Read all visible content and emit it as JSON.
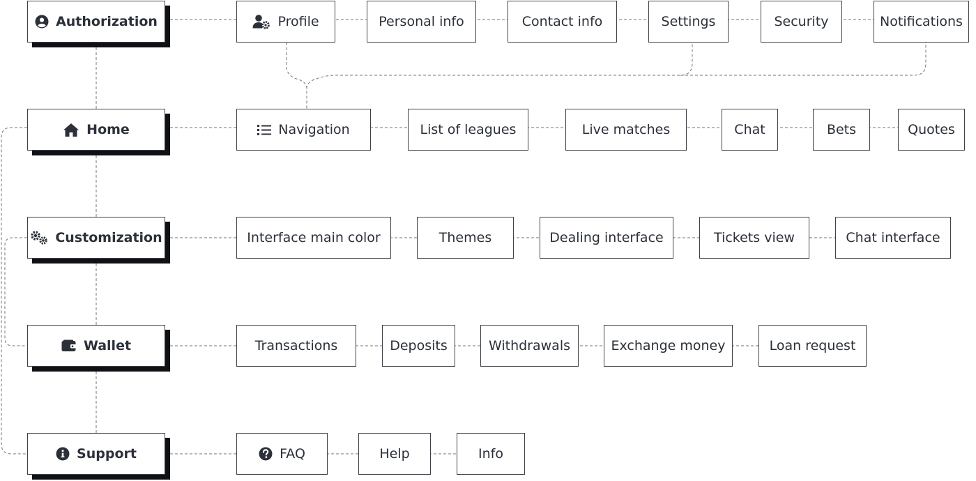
{
  "categories": [
    {
      "label": "Authorization",
      "icon": "user-circle-icon",
      "children": [
        {
          "label": "Profile",
          "icon": "user-gear-icon"
        },
        {
          "label": "Personal info"
        },
        {
          "label": "Contact info"
        },
        {
          "label": "Settings"
        },
        {
          "label": "Security"
        },
        {
          "label": "Notifications"
        }
      ]
    },
    {
      "label": "Home",
      "icon": "home-icon",
      "children": [
        {
          "label": "Navigation",
          "icon": "list-icon"
        },
        {
          "label": "List of leagues"
        },
        {
          "label": "Live matches"
        },
        {
          "label": "Chat"
        },
        {
          "label": "Bets"
        },
        {
          "label": "Quotes"
        }
      ]
    },
    {
      "label": "Customization",
      "icon": "gears-icon",
      "children": [
        {
          "label": "Interface main color"
        },
        {
          "label": "Themes"
        },
        {
          "label": "Dealing interface"
        },
        {
          "label": "Tickets view"
        },
        {
          "label": "Chat interface"
        }
      ]
    },
    {
      "label": "Wallet",
      "icon": "wallet-icon",
      "children": [
        {
          "label": "Transactions"
        },
        {
          "label": "Deposits"
        },
        {
          "label": "Withdrawals"
        },
        {
          "label": "Exchange money"
        },
        {
          "label": "Loan request"
        }
      ]
    },
    {
      "label": "Support",
      "icon": "info-circle-icon",
      "children": [
        {
          "label": "FAQ",
          "icon": "question-circle-icon"
        },
        {
          "label": "Help"
        },
        {
          "label": "Info"
        }
      ]
    }
  ],
  "colors": {
    "border": "#3c414a",
    "shadow": "#101114",
    "connector": "#6f737b",
    "text": "#2b3039"
  }
}
